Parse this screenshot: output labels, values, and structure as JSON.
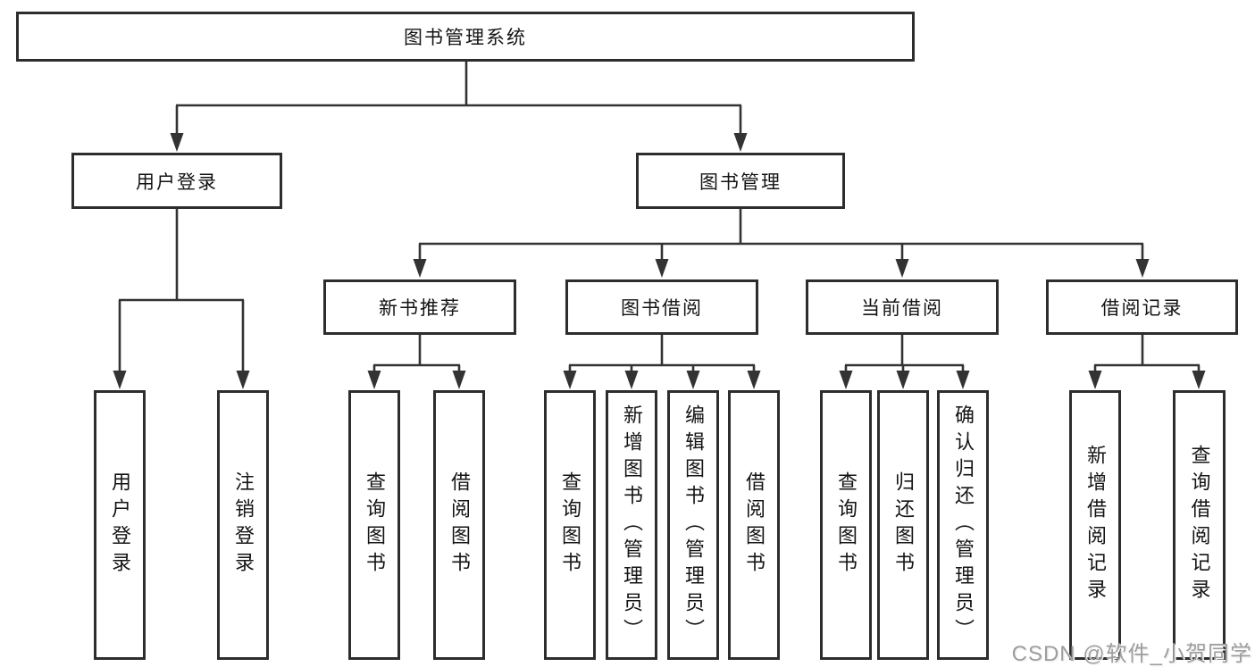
{
  "colors": {
    "background": "#ffffff",
    "line": "#333333",
    "box_border": "#2d2d2d",
    "text": "#141414",
    "watermark": "#9d9d9d"
  },
  "root": {
    "label": "图书管理系统"
  },
  "branches": [
    {
      "label": "用户登录"
    },
    {
      "label": "图书管理"
    }
  ],
  "modules": [
    {
      "label": "新书推荐"
    },
    {
      "label": "图书借阅"
    },
    {
      "label": "当前借阅"
    },
    {
      "label": "借阅记录"
    }
  ],
  "leaves": [
    {
      "label": "用户登录"
    },
    {
      "label": "注销登录"
    },
    {
      "label": "查询图书"
    },
    {
      "label": "借阅图书"
    },
    {
      "label": "查询图书"
    },
    {
      "label": "新增图书（管理员）"
    },
    {
      "label": "编辑图书（管理员）"
    },
    {
      "label": "借阅图书"
    },
    {
      "label": "查询图书"
    },
    {
      "label": "归还图书"
    },
    {
      "label": "确认归还（管理员）"
    },
    {
      "label": "新增借阅记录"
    },
    {
      "label": "查询借阅记录"
    }
  ],
  "watermark": "CSDN @软件_小贺同学"
}
